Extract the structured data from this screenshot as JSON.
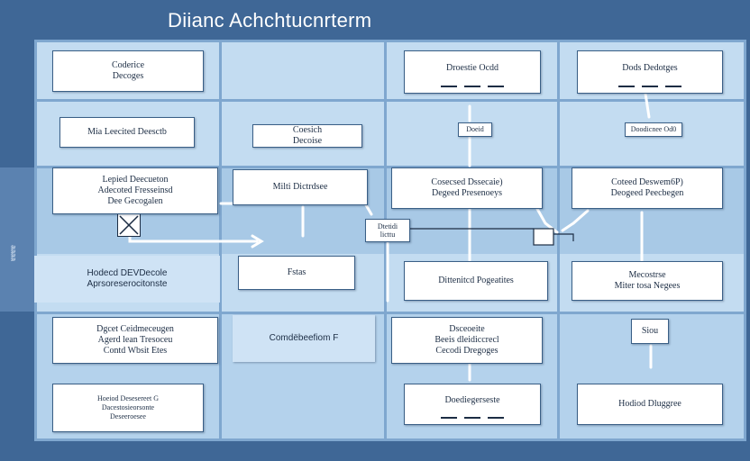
{
  "title": "Diianc Achchtucnrterm",
  "side_label": "ɐɐɐɐ",
  "boxes": {
    "r1c1": "Coderice\nDecoges",
    "r2c1": "Mia Leecited Deesctb",
    "r2c2": "Coesich\nDecoise",
    "r3c1": "Lepied Deecueton\nAdecoted Fresseinsd\nDee Gecogalen",
    "r3c2": "Milti Dictrdsee",
    "r4c1": "Hodecd DEVDecole\nAprsoreserocitonste",
    "r4c2": "Fstas",
    "r4c3": "Dittenitcd Pogeatites",
    "r4c4": "Mecostrse\nMiter tosa Negees",
    "r5c1": "Dgcet Ceidmeceugen\nAgerd lean Tresoceu\nContd Wbsit Etes",
    "r5c2": "Comdëbeefiom F",
    "r5c3": "Dsceoeite\nBeeis dleidiccrecl\nCecodi Dregoges",
    "r6c1": "Hoeiod Desesereet G\nDacestosieorsonte\nDeseeroesee",
    "r1c3": "Droestie Ocdd",
    "r1c4": "Dods Dedotges",
    "r2c3": "Doeid",
    "r2c4": "Doodicnee Od0",
    "r3c3": "Cosecsed Dssecaie)\nDegeed Presenoeys",
    "r3c4": "Coteed Deswem6P)\nDeogeed Peecbegen",
    "mid1": "Dtetidi\nlicttu",
    "r5c4": "Siou",
    "r6c3": "Doediegerseste",
    "r6c4": "Hodiod Dluggree"
  }
}
